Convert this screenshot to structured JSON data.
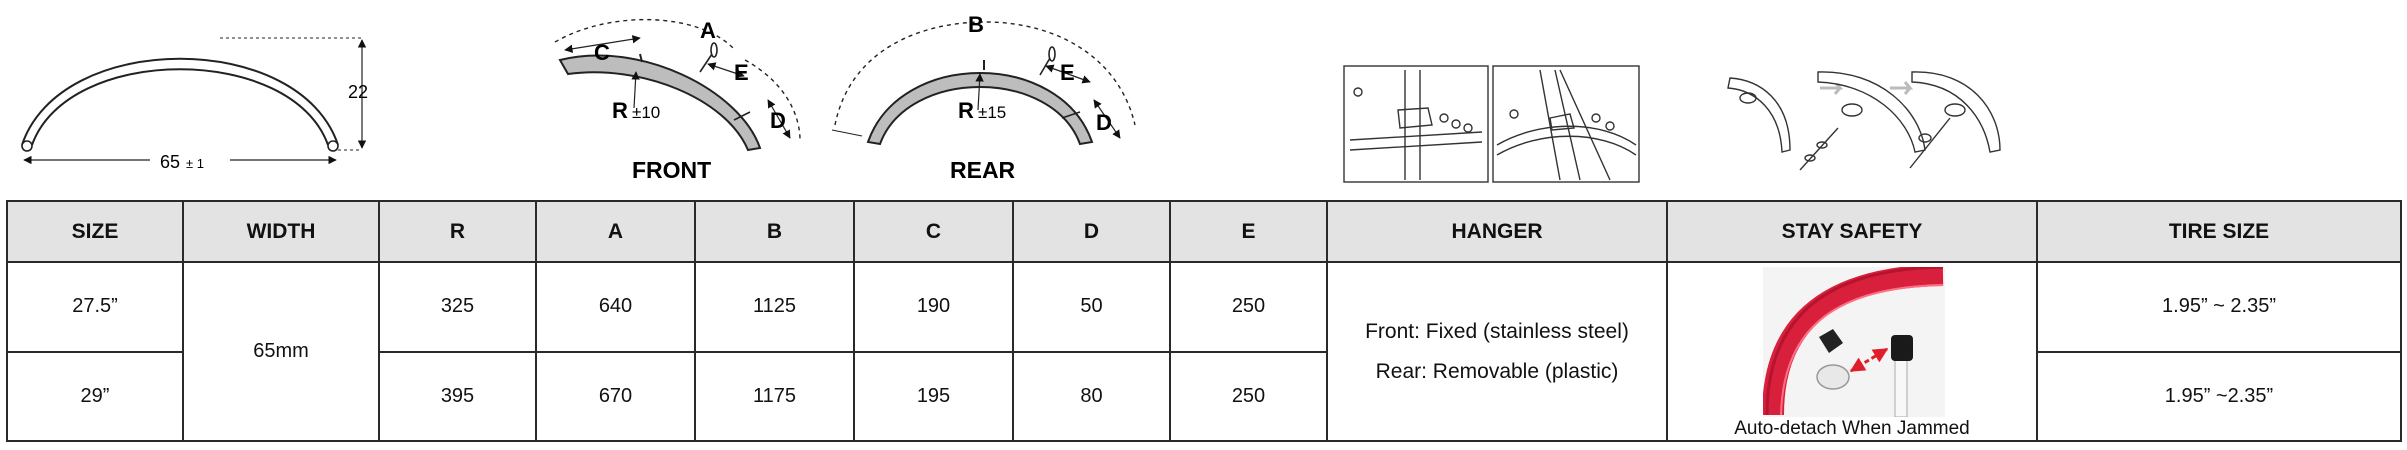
{
  "diagrams": {
    "profile": {
      "width_label": "65",
      "width_tol": "± 1",
      "height_label": "22"
    },
    "front": {
      "title": "FRONT",
      "radius_label": "R",
      "radius_tol": "±10",
      "labels": [
        "A",
        "C",
        "E",
        "D"
      ]
    },
    "rear": {
      "title": "REAR",
      "radius_label": "R",
      "radius_tol": "±15",
      "labels": [
        "B",
        "E",
        "D"
      ]
    }
  },
  "table": {
    "headers": [
      "SIZE",
      "WIDTH",
      "R",
      "A",
      "B",
      "C",
      "D",
      "E",
      "HANGER",
      "STAY SAFETY",
      "TIRE SIZE"
    ],
    "width_value": "65mm",
    "rows": [
      {
        "size": "27.5”",
        "r": "325",
        "a": "640",
        "b": "1125",
        "c": "190",
        "d": "50",
        "e": "250",
        "tire": "1.95” ~ 2.35”"
      },
      {
        "size": "29”",
        "r": "395",
        "a": "670",
        "b": "1175",
        "c": "195",
        "d": "80",
        "e": "250",
        "tire": "1.95” ~2.35”"
      }
    ],
    "hanger": {
      "front": "Front: Fixed (stainless steel)",
      "rear": "Rear: Removable (plastic)"
    },
    "stay_safety_caption": "Auto-detach When Jammed"
  },
  "colors": {
    "fender_fill": "#bdbdbd",
    "header_bg": "#e3e3e3",
    "stay_red": "#d81f3c",
    "arrow_red": "#e01e2a"
  }
}
